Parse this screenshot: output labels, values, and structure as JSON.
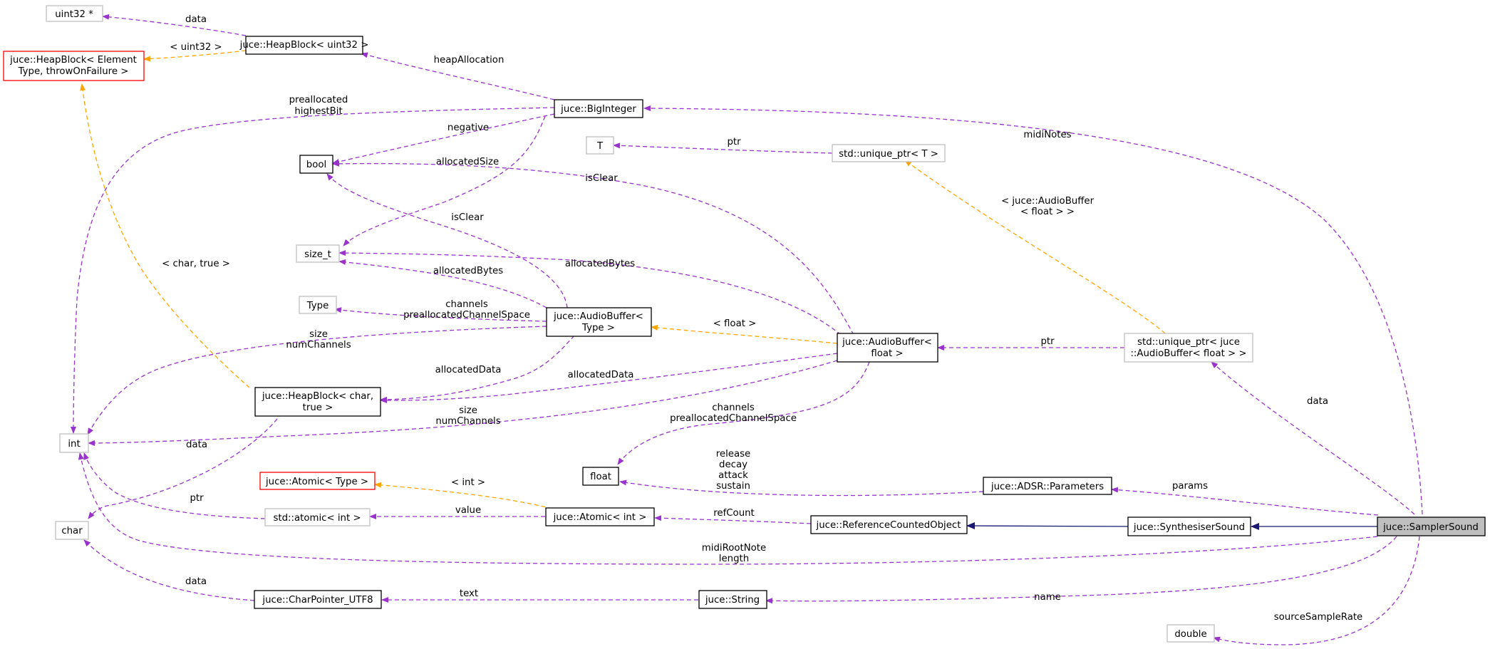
{
  "nodes": [
    {
      "id": "uint32ptr",
      "lines": [
        "uint32 *"
      ],
      "style": "gray"
    },
    {
      "id": "heapblock_tmpl",
      "lines": [
        "juce::HeapBlock< Element",
        "Type, throwOnFailure >"
      ],
      "style": "red"
    },
    {
      "id": "heapblock_uint32",
      "lines": [
        "juce::HeapBlock< uint32 >"
      ],
      "style": "black"
    },
    {
      "id": "biginteger",
      "lines": [
        "juce::BigInteger"
      ],
      "style": "black"
    },
    {
      "id": "bool",
      "lines": [
        "bool"
      ],
      "style": "black"
    },
    {
      "id": "T",
      "lines": [
        "T"
      ],
      "style": "gray"
    },
    {
      "id": "unique_ptr_T",
      "lines": [
        "std::unique_ptr< T >"
      ],
      "style": "gray"
    },
    {
      "id": "size_t",
      "lines": [
        "size_t"
      ],
      "style": "gray"
    },
    {
      "id": "Type",
      "lines": [
        "Type"
      ],
      "style": "gray"
    },
    {
      "id": "audiobuffer_type",
      "lines": [
        "juce::AudioBuffer<",
        "Type >"
      ],
      "style": "black"
    },
    {
      "id": "audiobuffer_float",
      "lines": [
        "juce::AudioBuffer<",
        "float >"
      ],
      "style": "black"
    },
    {
      "id": "unique_ptr_ab",
      "lines": [
        "std::unique_ptr< juce",
        "::AudioBuffer< float > >"
      ],
      "style": "gray"
    },
    {
      "id": "heapblock_char",
      "lines": [
        "juce::HeapBlock< char,",
        "true >"
      ],
      "style": "black"
    },
    {
      "id": "int",
      "lines": [
        "int"
      ],
      "style": "gray"
    },
    {
      "id": "float",
      "lines": [
        "float"
      ],
      "style": "black"
    },
    {
      "id": "adsr_params",
      "lines": [
        "juce::ADSR::Parameters"
      ],
      "style": "black"
    },
    {
      "id": "atomic_tmpl",
      "lines": [
        "juce::Atomic< Type >"
      ],
      "style": "red"
    },
    {
      "id": "char",
      "lines": [
        "char"
      ],
      "style": "gray"
    },
    {
      "id": "std_atomic_int",
      "lines": [
        "std::atomic< int >"
      ],
      "style": "gray"
    },
    {
      "id": "atomic_int",
      "lines": [
        "juce::Atomic< int >"
      ],
      "style": "black"
    },
    {
      "id": "refcounted",
      "lines": [
        "juce::ReferenceCountedObject"
      ],
      "style": "black"
    },
    {
      "id": "synthsound",
      "lines": [
        "juce::SynthesiserSound"
      ],
      "style": "black"
    },
    {
      "id": "samplersound",
      "lines": [
        "juce::SamplerSound"
      ],
      "style": "focus"
    },
    {
      "id": "charptr_utf8",
      "lines": [
        "juce::CharPointer_UTF8"
      ],
      "style": "black"
    },
    {
      "id": "string",
      "lines": [
        "juce::String"
      ],
      "style": "black"
    },
    {
      "id": "double",
      "lines": [
        "double"
      ],
      "style": "gray"
    }
  ],
  "edges": [
    {
      "id": "e1",
      "from": "heapblock_uint32",
      "to": "uint32ptr",
      "kind": "member",
      "label": [
        "data"
      ]
    },
    {
      "id": "e2",
      "from": "heapblock_uint32",
      "to": "heapblock_tmpl",
      "kind": "template",
      "label": [
        "< uint32 >"
      ]
    },
    {
      "id": "e3",
      "from": "biginteger",
      "to": "heapblock_uint32",
      "kind": "member",
      "label": [
        "heapAllocation"
      ]
    },
    {
      "id": "e4",
      "from": "biginteger",
      "to": "int",
      "kind": "member",
      "label": [
        "preallocated",
        "highestBit"
      ]
    },
    {
      "id": "e5",
      "from": "biginteger",
      "to": "bool",
      "kind": "member",
      "label": [
        "negative"
      ]
    },
    {
      "id": "e6",
      "from": "biginteger",
      "to": "size_t",
      "kind": "member",
      "label": [
        "allocatedSize"
      ]
    },
    {
      "id": "e7",
      "from": "samplersound",
      "to": "biginteger",
      "kind": "member",
      "label": [
        "midiNotes"
      ]
    },
    {
      "id": "e8",
      "from": "unique_ptr_T",
      "to": "T",
      "kind": "member",
      "label": [
        "ptr"
      ]
    },
    {
      "id": "e9",
      "from": "audiobuffer_float",
      "to": "bool",
      "kind": "member",
      "label": [
        "isClear"
      ]
    },
    {
      "id": "e10",
      "from": "audiobuffer_type",
      "to": "bool",
      "kind": "member",
      "label": [
        "isClear"
      ]
    },
    {
      "id": "e11",
      "from": "audiobuffer_float",
      "to": "size_t",
      "kind": "member",
      "label": [
        "allocatedBytes"
      ]
    },
    {
      "id": "e12",
      "from": "audiobuffer_type",
      "to": "size_t",
      "kind": "member",
      "label": [
        "allocatedBytes"
      ]
    },
    {
      "id": "e13",
      "from": "audiobuffer_type",
      "to": "Type",
      "kind": "member",
      "label": [
        "channels",
        "preallocatedChannelSpace"
      ]
    },
    {
      "id": "e14",
      "from": "audiobuffer_type",
      "to": "int",
      "kind": "member",
      "label": [
        "size",
        "numChannels"
      ]
    },
    {
      "id": "e15",
      "from": "audiobuffer_type",
      "to": "heapblock_char",
      "kind": "member",
      "label": [
        "allocatedData"
      ]
    },
    {
      "id": "e16",
      "from": "audiobuffer_float",
      "to": "audiobuffer_type",
      "kind": "template",
      "label": [
        "< float >"
      ]
    },
    {
      "id": "e17",
      "from": "audiobuffer_float",
      "to": "heapblock_char",
      "kind": "member",
      "label": [
        "allocatedData"
      ]
    },
    {
      "id": "e18",
      "from": "audiobuffer_float",
      "to": "int",
      "kind": "member",
      "label": [
        "size",
        "numChannels"
      ]
    },
    {
      "id": "e19",
      "from": "audiobuffer_float",
      "to": "float",
      "kind": "member",
      "label": [
        "channels",
        "preallocatedChannelSpace"
      ]
    },
    {
      "id": "e20",
      "from": "unique_ptr_ab",
      "to": "audiobuffer_float",
      "kind": "member",
      "label": [
        "ptr"
      ]
    },
    {
      "id": "e21",
      "from": "unique_ptr_ab",
      "to": "unique_ptr_T",
      "kind": "template",
      "label": [
        "< juce::AudioBuffer",
        "< float > >"
      ]
    },
    {
      "id": "e22",
      "from": "samplersound",
      "to": "unique_ptr_ab",
      "kind": "member",
      "label": [
        "data"
      ]
    },
    {
      "id": "e23",
      "from": "heapblock_char",
      "to": "heapblock_tmpl",
      "kind": "template",
      "label": [
        "< char, true >"
      ]
    },
    {
      "id": "e24",
      "from": "heapblock_char",
      "to": "char",
      "kind": "member",
      "label": [
        "data"
      ]
    },
    {
      "id": "e25",
      "from": "adsr_params",
      "to": "float",
      "kind": "member",
      "label": [
        "release",
        "decay",
        "attack",
        "sustain"
      ]
    },
    {
      "id": "e26",
      "from": "samplersound",
      "to": "adsr_params",
      "kind": "member",
      "label": [
        "params"
      ]
    },
    {
      "id": "e27",
      "from": "atomic_int",
      "to": "atomic_tmpl",
      "kind": "template",
      "label": [
        "< int >"
      ]
    },
    {
      "id": "e28",
      "from": "atomic_int",
      "to": "std_atomic_int",
      "kind": "member",
      "label": [
        "value"
      ]
    },
    {
      "id": "e29",
      "from": "std_atomic_int",
      "to": "int",
      "kind": "member",
      "label": [
        "ptr"
      ]
    },
    {
      "id": "e30",
      "from": "refcounted",
      "to": "atomic_int",
      "kind": "member",
      "label": [
        "refCount"
      ]
    },
    {
      "id": "e31",
      "from": "synthsound",
      "to": "refcounted",
      "kind": "inherit",
      "label": []
    },
    {
      "id": "e32",
      "from": "samplersound",
      "to": "synthsound",
      "kind": "inherit",
      "label": []
    },
    {
      "id": "e33",
      "from": "samplersound",
      "to": "int",
      "kind": "member",
      "label": [
        "midiRootNote",
        "length"
      ]
    },
    {
      "id": "e34",
      "from": "charptr_utf8",
      "to": "char",
      "kind": "member",
      "label": [
        "data"
      ]
    },
    {
      "id": "e35",
      "from": "string",
      "to": "charptr_utf8",
      "kind": "member",
      "label": [
        "text"
      ]
    },
    {
      "id": "e36",
      "from": "samplersound",
      "to": "string",
      "kind": "member",
      "label": [
        "name"
      ]
    },
    {
      "id": "e37",
      "from": "samplersound",
      "to": "double",
      "kind": "member",
      "label": [
        "sourceSampleRate"
      ]
    }
  ],
  "colors": {
    "member": "#9a32cd",
    "template": "#ffa500",
    "inherit": "#191970",
    "gray_border": "#bfbfbf",
    "red_border": "#ff0000",
    "black_border": "#000000",
    "focus_fill": "#bfbfbf"
  }
}
